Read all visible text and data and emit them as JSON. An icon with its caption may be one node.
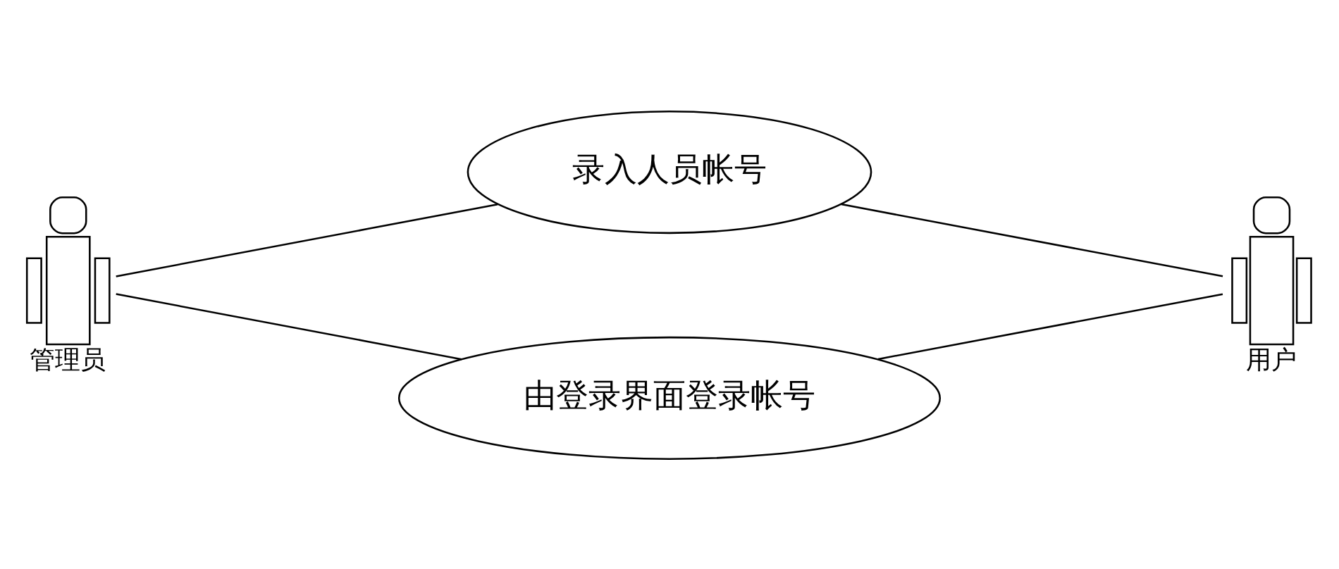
{
  "diagram": {
    "nodes": [
      {
        "text": [
          "管理员"
        ]
      },
      {
        "text": [
          "录入人员帐号"
        ]
      },
      {
        "text": [
          "由登录界面登录帐号"
        ]
      },
      {
        "text": [
          "用户"
        ]
      }
    ],
    "edges": [
      {
        "from": 0,
        "to": 1,
        "arrow": "none"
      },
      {
        "from": 0,
        "to": 2,
        "arrow": "none"
      },
      {
        "from": 1,
        "to": 3,
        "arrow": "none"
      },
      {
        "from": 2,
        "to": 3,
        "arrow": "none"
      }
    ]
  }
}
